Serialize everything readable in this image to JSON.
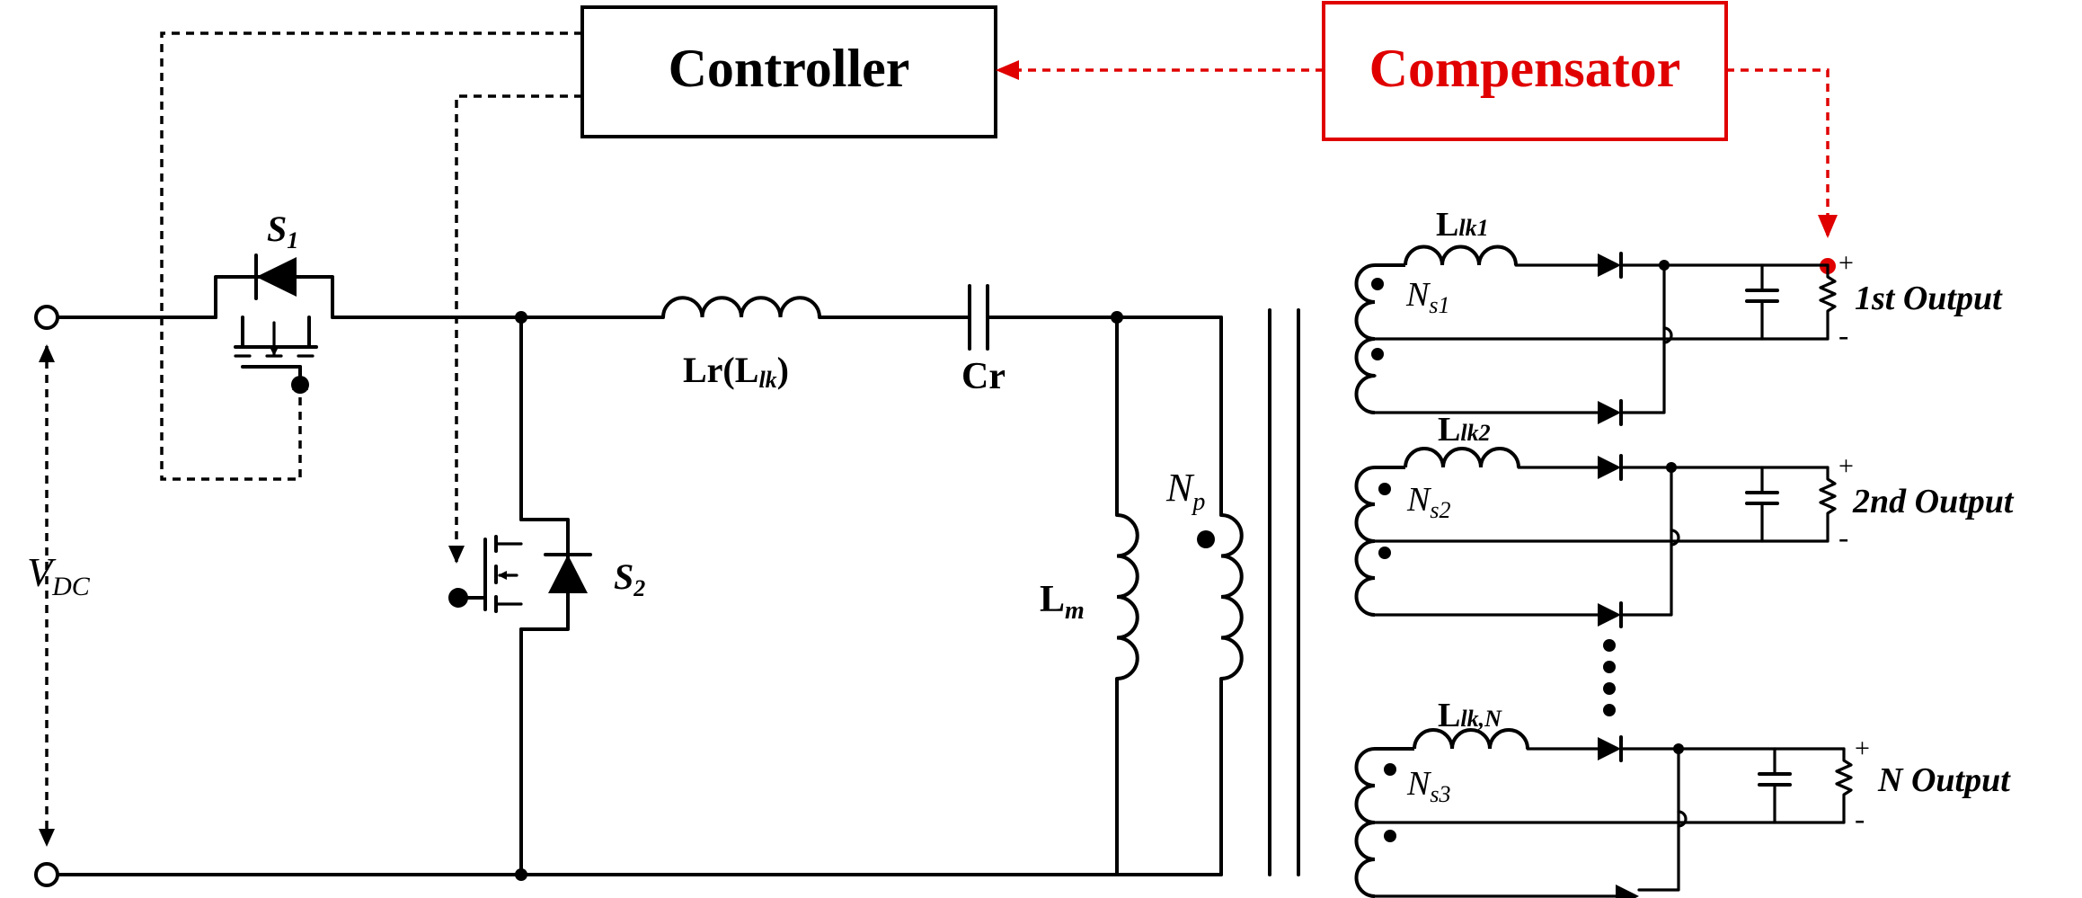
{
  "blocks": {
    "controller": "Controller",
    "compensator": "Compensator"
  },
  "switches": {
    "s1": {
      "main": "S",
      "sub": "1"
    },
    "s2": {
      "main": "S",
      "sub": "2"
    }
  },
  "primary": {
    "lr": {
      "main": "Lr(L",
      "sub": "lk",
      "end": ")"
    },
    "cr": "Cr",
    "lm": {
      "main": "L",
      "sub": "m"
    },
    "np": {
      "main": "N",
      "sub": "p"
    },
    "vdc": {
      "main": "V",
      "sub": "DC"
    }
  },
  "secondaries": [
    {
      "leak_main": "L",
      "leak_sub": "lk1",
      "ns_main": "N",
      "ns_sub": "s1",
      "output": "1st Output",
      "plus": "+",
      "minus": "-"
    },
    {
      "leak_main": "L",
      "leak_sub": "lk2",
      "ns_main": "N",
      "ns_sub": "s2",
      "output": "2nd Output",
      "plus": "+",
      "minus": "-"
    },
    {
      "leak_main": "L",
      "leak_sub": "lk,N",
      "ns_main": "N",
      "ns_sub": "s3",
      "output": "N Output",
      "plus": "+",
      "minus": "-"
    }
  ],
  "colors": {
    "compensator": "#e00000",
    "wire": "#000000"
  }
}
